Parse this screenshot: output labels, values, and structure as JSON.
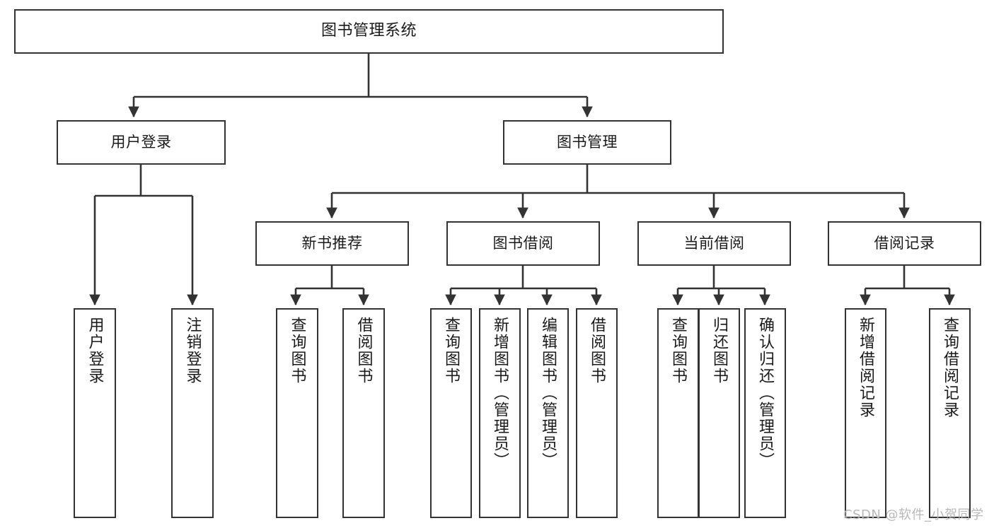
{
  "diagram": {
    "title": "图书管理系统",
    "type": "tree-hierarchy",
    "watermark": "CSDN @软件_小贺同学",
    "colors": {
      "box_border": "#333333",
      "box_fill": "#ffffff",
      "edge": "#333333",
      "text": "#1a1a1a",
      "watermark": "#b8b8b8",
      "background": "#ffffff"
    },
    "nodes": {
      "root": {
        "label": "图书管理系统"
      },
      "level2": [
        {
          "id": "user-login",
          "label": "用户登录"
        },
        {
          "id": "book-manage",
          "label": "图书管理"
        }
      ],
      "level3": [
        {
          "id": "new-book-recommend",
          "label": "新书推荐"
        },
        {
          "id": "book-borrow",
          "label": "图书借阅"
        },
        {
          "id": "current-borrow",
          "label": "当前借阅"
        },
        {
          "id": "borrow-record",
          "label": "借阅记录"
        }
      ],
      "leaves": {
        "user_login": [
          {
            "id": "leaf-user-login",
            "label": "用户登录"
          },
          {
            "id": "leaf-logout-login",
            "label": "注销登录"
          }
        ],
        "new_book_recommend": [
          {
            "id": "leaf-query-book-1",
            "label": "查询图书"
          },
          {
            "id": "leaf-borrow-book-1",
            "label": "借阅图书"
          }
        ],
        "book_borrow": [
          {
            "id": "leaf-query-book-2",
            "label": "查询图书"
          },
          {
            "id": "leaf-add-book",
            "label": "新增图书（管理员）"
          },
          {
            "id": "leaf-edit-book",
            "label": "编辑图书（管理员）"
          },
          {
            "id": "leaf-borrow-book-2",
            "label": "借阅图书"
          }
        ],
        "current_borrow": [
          {
            "id": "leaf-query-book-3",
            "label": "查询图书"
          },
          {
            "id": "leaf-return-book",
            "label": "归还图书"
          },
          {
            "id": "leaf-confirm-return",
            "label": "确认归还（管理员）"
          }
        ],
        "borrow_record": [
          {
            "id": "leaf-add-record",
            "label": "新增借阅记录"
          },
          {
            "id": "leaf-query-record",
            "label": "查询借阅记录"
          }
        ]
      }
    }
  }
}
